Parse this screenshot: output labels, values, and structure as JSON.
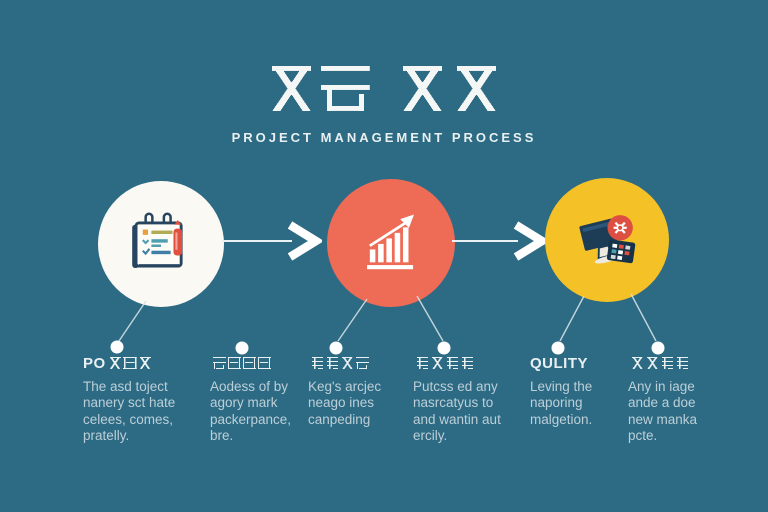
{
  "palette": {
    "background": "#2D6B84",
    "circle_white": "#FBF9F4",
    "circle_coral": "#EE6B56",
    "circle_yellow": "#F4C127",
    "icon_navy": "#1D3C55",
    "icon_red": "#DD4F41",
    "heading_text": "#E8F0F2",
    "body_text": "#BCCFD8"
  },
  "header": {
    "title_cjk": "欧先 君仳",
    "subtitle": "PROJECT MANAGEMENT PROCESS"
  },
  "steps": {
    "icons": [
      {
        "name": "clipboard-checklist-icon",
        "circle_color": "#FBF9F4"
      },
      {
        "name": "growth-bar-chart-icon",
        "circle_color": "#EE6B56"
      },
      {
        "name": "computer-analytics-icon",
        "circle_color": "#F4C127"
      }
    ]
  },
  "columns": [
    {
      "heading": {
        "latin": "PO",
        "cjk": "腿光主"
      },
      "body": "The asd toject\nnanery sct hate\ncelees, comes,\npratelly."
    },
    {
      "heading": {
        "latin": "",
        "cjk": "拘佩陵阅"
      },
      "body": "Aodess of by\nagory mark\npackerpance,\nbre."
    },
    {
      "heading": {
        "latin": "",
        "cjk": "怒个毛帐"
      },
      "body": "Keg's arcjec\nneago ines\ncanpeding"
    },
    {
      "heading": {
        "latin": "",
        "cjk": "棚瑟赞分"
      },
      "body": "Putcss ed any\nnasrcatyus to\nand wantin aut\nercily."
    },
    {
      "heading": {
        "latin": "QULITY",
        "cjk": ""
      },
      "body": "Leving the\nnaporing\nmalgetion."
    },
    {
      "heading": {
        "latin": "",
        "cjk": "姗烧淮飞"
      },
      "body": "Any in iage\nande a doe\nnew manka\npcte."
    }
  ]
}
